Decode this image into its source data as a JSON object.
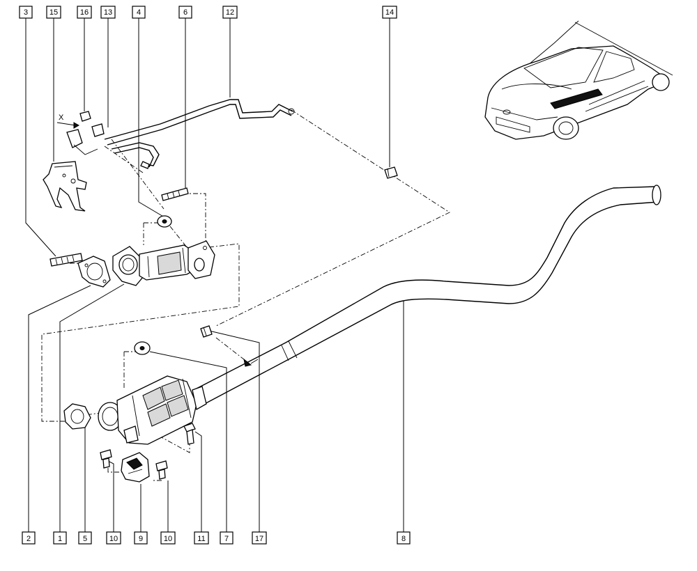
{
  "callouts": {
    "top": [
      "3",
      "15",
      "16",
      "13",
      "4",
      "6",
      "12",
      "14"
    ],
    "bottom": [
      "2",
      "1",
      "5",
      "10",
      "9",
      "10",
      "11",
      "7",
      "17",
      "8"
    ]
  },
  "annotations": {
    "x_marker": "X"
  }
}
